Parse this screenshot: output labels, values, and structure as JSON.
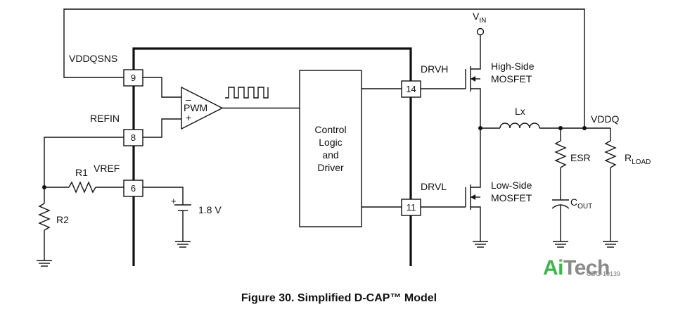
{
  "diagram": {
    "pins": [
      {
        "number": "9",
        "net": "VDDQSNS"
      },
      {
        "number": "8",
        "net": "REFIN"
      },
      {
        "number": "6",
        "net": "VREF"
      },
      {
        "number": "14",
        "net": "DRVH"
      },
      {
        "number": "11",
        "net": "DRVL"
      }
    ],
    "amplifier": {
      "label": "PWM",
      "inverting": "–",
      "non_inverting": "+"
    },
    "logic_block": [
      "Control",
      "Logic",
      "and",
      "Driver"
    ],
    "resistors": {
      "r1": "R1",
      "r2": "R2",
      "esr": "ESR",
      "load": "R",
      "load_sub": "LOAD"
    },
    "source": {
      "plus": "+",
      "value": "1.8 V"
    },
    "supply": {
      "main": "V",
      "sub": "IN"
    },
    "inductor": "Lx",
    "capacitor": {
      "main": "C",
      "sub": "OUT"
    },
    "mosfets": {
      "high_1": "High-Side",
      "high_2": "MOSFET",
      "low_1": "Low-Side",
      "low_2": "MOSFET"
    },
    "output_net": "VDDQ",
    "doc_code": "UDG-10139"
  },
  "logo": {
    "part1": "Ai",
    "part2": "Tech"
  },
  "caption": "Figure 30.  Simplified D-CAP™ Model"
}
